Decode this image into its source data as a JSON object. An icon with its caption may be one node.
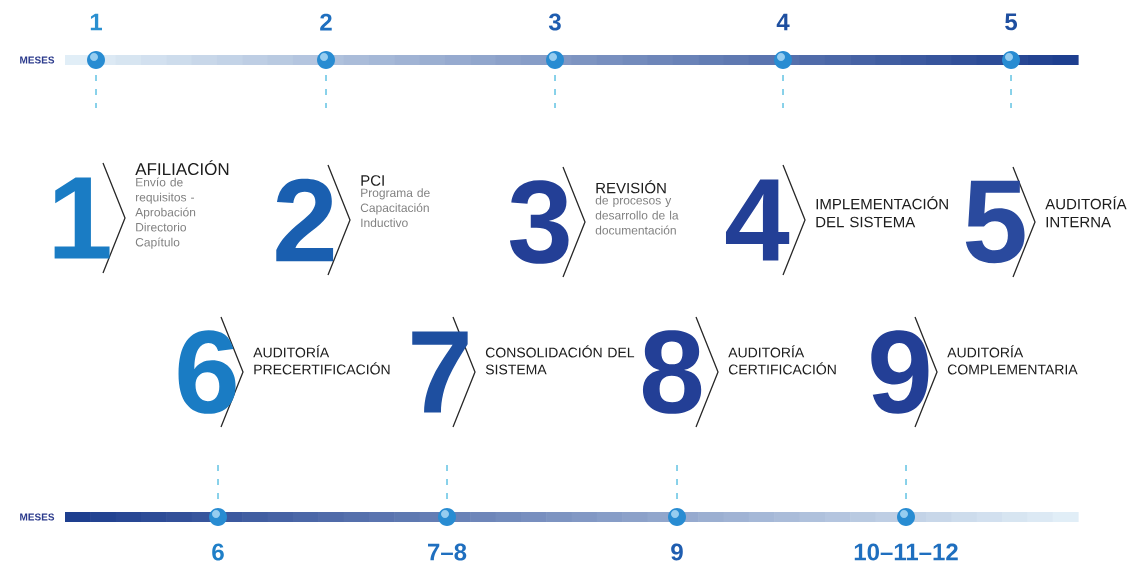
{
  "diagram": {
    "nodes": [
      {
        "text": [
          "1",
          "AFILIACIÓN",
          "Envío de requisitos - Aprobación Directorio Capítulo"
        ]
      },
      {
        "text": [
          "2",
          "PCI",
          "Programa de Capacitación Inductivo"
        ]
      },
      {
        "text": [
          "3",
          "REVISIÓN",
          "de procesos y desarrollo de la documentación"
        ]
      },
      {
        "text": [
          "4",
          "IMPLEMENTACIÓN DEL SISTEMA"
        ]
      },
      {
        "text": [
          "5",
          "AUDITORÍA INTERNA"
        ]
      },
      {
        "text": [
          "6",
          "AUDITORÍA PRECERTIFICACIÓN"
        ]
      },
      {
        "text": [
          "7",
          "CONSOLIDACIÓN DEL SISTEMA"
        ]
      },
      {
        "text": [
          "8",
          "AUDITORÍA CERTIFICACIÓN"
        ]
      },
      {
        "text": [
          "9",
          "AUDITORÍA COMPLEMENTARIA"
        ]
      }
    ],
    "labels": [
      "1",
      "2",
      "3",
      "4",
      "5",
      "MESES",
      "MESES",
      "6",
      "7–8",
      "9",
      "10–11–12"
    ]
  }
}
